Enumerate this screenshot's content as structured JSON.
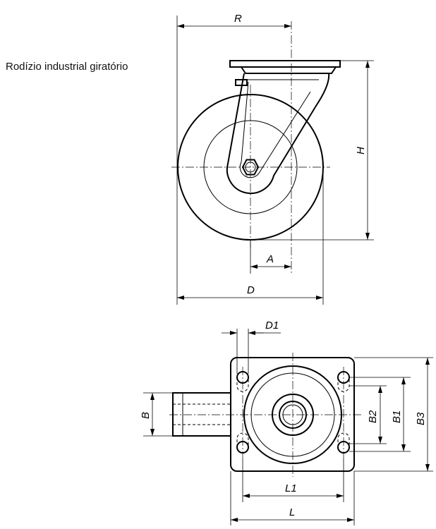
{
  "caption": "Rodízio industrial giratório",
  "labels": {
    "R": "R",
    "H": "H",
    "A": "A",
    "D": "D",
    "D1": "D1",
    "B": "B",
    "B1": "B1",
    "B2": "B2",
    "B3": "B3",
    "L": "L",
    "L1": "L1"
  }
}
